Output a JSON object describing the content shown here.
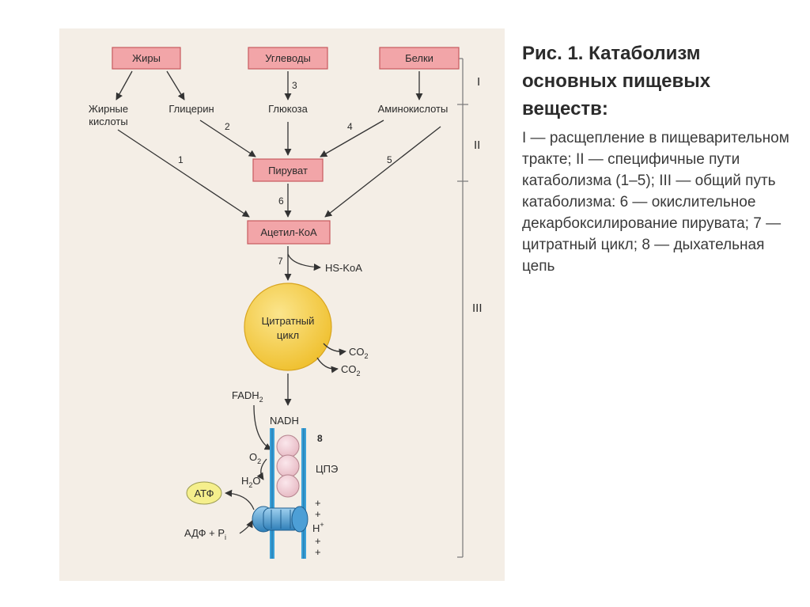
{
  "diagram": {
    "boxes": {
      "fats": "Жиры",
      "carbs": "Углеводы",
      "proteins": "Белки",
      "pyruvate": "Пируват",
      "acetyl_coa": "Ацетил-КоА"
    },
    "intermediates": {
      "fatty_acids_1": "Жирные",
      "fatty_acids_2": "кислоты",
      "glycerol": "Глицерин",
      "glucose": "Глюкоза",
      "amino_acids": "Аминокислоты"
    },
    "pathway_numbers": [
      "1",
      "2",
      "3",
      "4",
      "5",
      "6",
      "7",
      "8"
    ],
    "stages": [
      "I",
      "II",
      "III"
    ],
    "hs_coa": "HS-KoA",
    "cycle_line1": "Цитратный",
    "cycle_line2": "цикл",
    "co2": "CO",
    "co2_sub": "2",
    "fadh": "FADH",
    "fadh_sub": "2",
    "nadh": "NADH",
    "o2": "O",
    "o2_sub": "2",
    "h2o_h": "H",
    "h2o_sub": "2",
    "h2o_o": "O",
    "etc": "ЦПЭ",
    "atp": "АТФ",
    "adp": "АДФ + P",
    "adp_sub": "i",
    "h_plus": "H",
    "h_plus_sup": "+",
    "plus": "+",
    "colors": {
      "box_fill": "#f2a5a8",
      "box_stroke": "#c7595e",
      "cycle_fill": "#f7d155",
      "atp_fill": "#f5ef8c",
      "membrane": "#3aa0d8",
      "arrow": "#333333",
      "background": "#f4eee6"
    }
  },
  "caption": {
    "title": "Рис. 1. Катаболизм основных пищевых веществ:",
    "body": "I — расщепление в пищеварительном тракте; II — специфичные пути катаболизма (1–5); III — общий путь катаболизма: 6 — окислительное декарбоксилирование пирувата; 7 — цитратный цикл; 8 — дыхательная цепь"
  }
}
